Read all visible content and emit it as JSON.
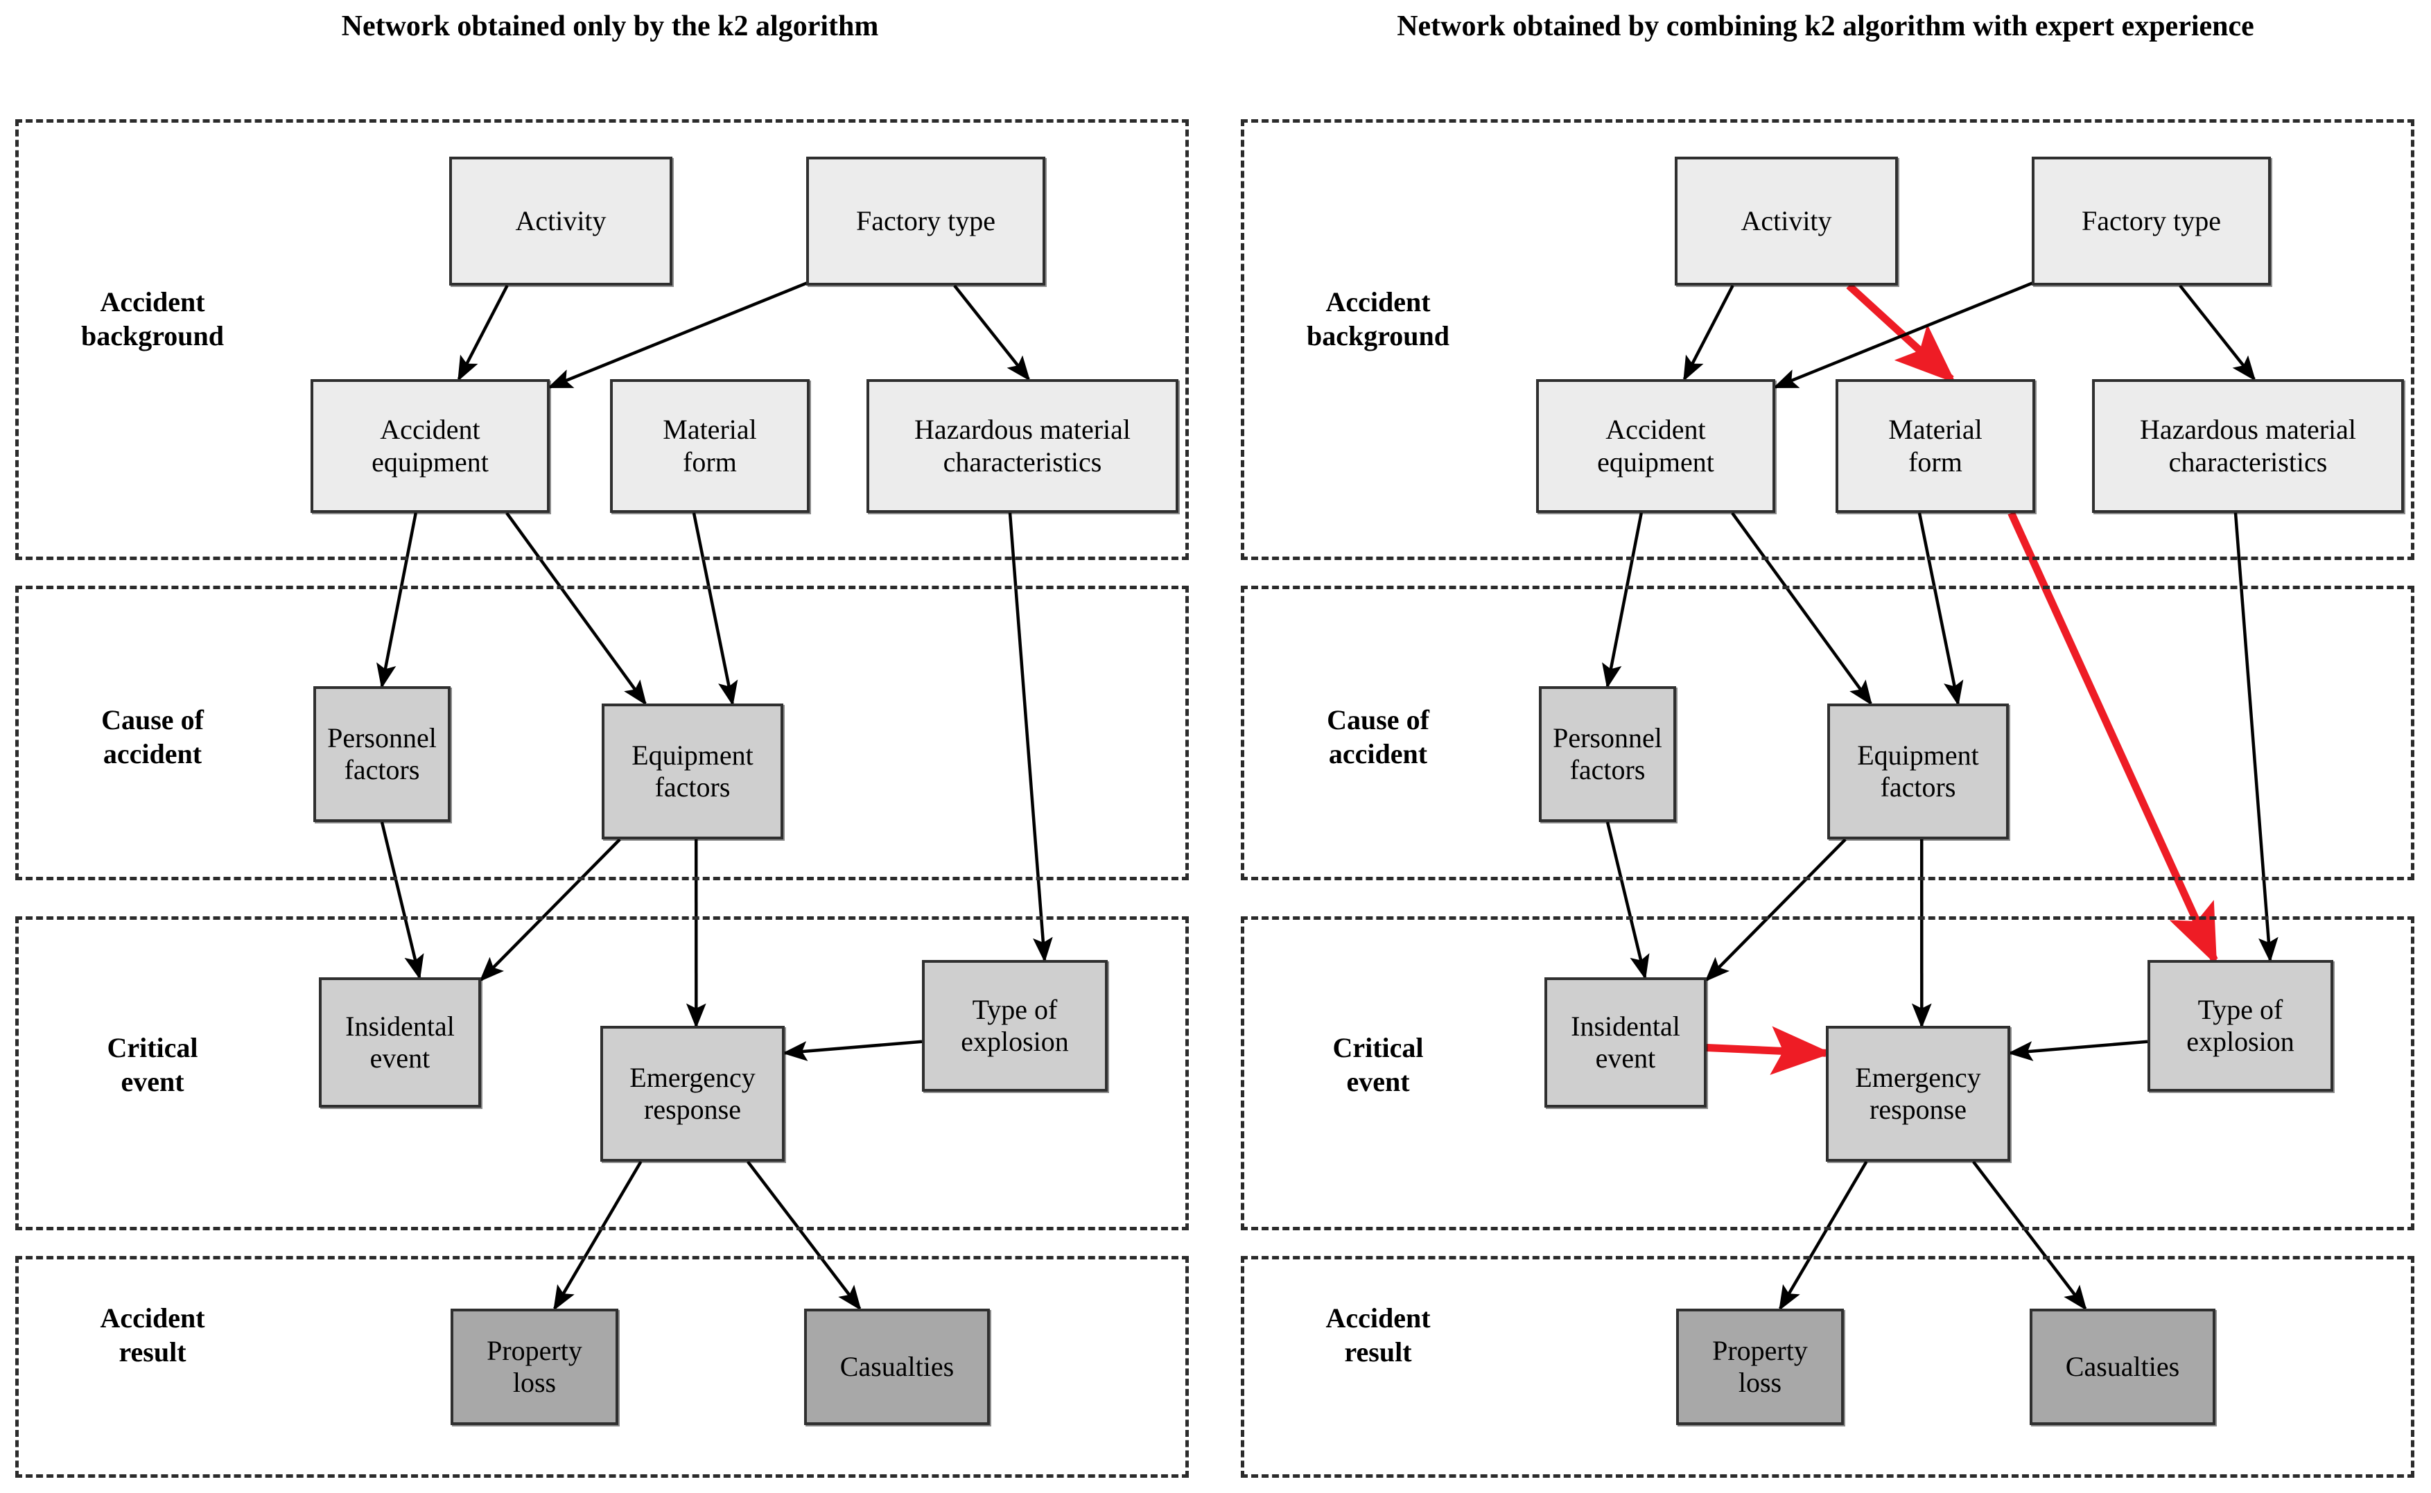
{
  "panels": [
    {
      "id": "left",
      "title": "Network obtained only by the k2 algorithm",
      "layers": [
        {
          "id": "accident-background",
          "label": "Accident\nbackground"
        },
        {
          "id": "cause-of-accident",
          "label": "Cause of\naccident"
        },
        {
          "id": "critical-event",
          "label": "Critical\nevent"
        },
        {
          "id": "accident-result",
          "label": "Accident\nresult"
        }
      ],
      "nodes": [
        {
          "id": "activity",
          "label": "Activity",
          "tier": "background"
        },
        {
          "id": "factory-type",
          "label": "Factory type",
          "tier": "background"
        },
        {
          "id": "accident-equipment",
          "label": "Accident\nequipment",
          "tier": "background"
        },
        {
          "id": "material-form",
          "label": "Material\nform",
          "tier": "background"
        },
        {
          "id": "hazardous-material-characteristics",
          "label": "Hazardous material\ncharacteristics",
          "tier": "background"
        },
        {
          "id": "personnel-factors",
          "label": "Personnel\nfactors",
          "tier": "cause"
        },
        {
          "id": "equipment-factors",
          "label": "Equipment\nfactors",
          "tier": "cause"
        },
        {
          "id": "insidental-event",
          "label": "Insidental\nevent",
          "tier": "critical"
        },
        {
          "id": "emergency-response",
          "label": "Emergency\nresponse",
          "tier": "critical"
        },
        {
          "id": "type-of-explosion",
          "label": "Type of\nexplosion",
          "tier": "critical"
        },
        {
          "id": "property-loss",
          "label": "Property\nloss",
          "tier": "result"
        },
        {
          "id": "casualties",
          "label": "Casualties",
          "tier": "result"
        }
      ],
      "edges": [
        {
          "from": "activity",
          "to": "accident-equipment",
          "color": "#000000"
        },
        {
          "from": "factory-type",
          "to": "accident-equipment",
          "color": "#000000"
        },
        {
          "from": "factory-type",
          "to": "hazardous-material-characteristics",
          "color": "#000000"
        },
        {
          "from": "accident-equipment",
          "to": "personnel-factors",
          "color": "#000000"
        },
        {
          "from": "accident-equipment",
          "to": "equipment-factors",
          "color": "#000000"
        },
        {
          "from": "material-form",
          "to": "equipment-factors",
          "color": "#000000"
        },
        {
          "from": "hazardous-material-characteristics",
          "to": "type-of-explosion",
          "color": "#000000"
        },
        {
          "from": "personnel-factors",
          "to": "insidental-event",
          "color": "#000000"
        },
        {
          "from": "equipment-factors",
          "to": "insidental-event",
          "color": "#000000"
        },
        {
          "from": "equipment-factors",
          "to": "emergency-response",
          "color": "#000000"
        },
        {
          "from": "type-of-explosion",
          "to": "emergency-response",
          "color": "#000000"
        },
        {
          "from": "emergency-response",
          "to": "property-loss",
          "color": "#000000"
        },
        {
          "from": "emergency-response",
          "to": "casualties",
          "color": "#000000"
        }
      ]
    },
    {
      "id": "right",
      "title": "Network obtained by combining k2 algorithm with expert experience",
      "layers": [
        {
          "id": "accident-background",
          "label": "Accident\nbackground"
        },
        {
          "id": "cause-of-accident",
          "label": "Cause of\naccident"
        },
        {
          "id": "critical-event",
          "label": "Critical\nevent"
        },
        {
          "id": "accident-result",
          "label": "Accident\nresult"
        }
      ],
      "nodes": [
        {
          "id": "activity",
          "label": "Activity",
          "tier": "background"
        },
        {
          "id": "factory-type",
          "label": "Factory type",
          "tier": "background"
        },
        {
          "id": "accident-equipment",
          "label": "Accident\nequipment",
          "tier": "background"
        },
        {
          "id": "material-form",
          "label": "Material\nform",
          "tier": "background"
        },
        {
          "id": "hazardous-material-characteristics",
          "label": "Hazardous material\ncharacteristics",
          "tier": "background"
        },
        {
          "id": "personnel-factors",
          "label": "Personnel\nfactors",
          "tier": "cause"
        },
        {
          "id": "equipment-factors",
          "label": "Equipment\nfactors",
          "tier": "cause"
        },
        {
          "id": "insidental-event",
          "label": "Insidental\nevent",
          "tier": "critical"
        },
        {
          "id": "emergency-response",
          "label": "Emergency\nresponse",
          "tier": "critical"
        },
        {
          "id": "type-of-explosion",
          "label": "Type of\nexplosion",
          "tier": "critical"
        },
        {
          "id": "property-loss",
          "label": "Property\nloss",
          "tier": "result"
        },
        {
          "id": "casualties",
          "label": "Casualties",
          "tier": "result"
        }
      ],
      "edges": [
        {
          "from": "activity",
          "to": "accident-equipment",
          "color": "#000000"
        },
        {
          "from": "activity",
          "to": "material-form",
          "color": "#ee1c25"
        },
        {
          "from": "factory-type",
          "to": "accident-equipment",
          "color": "#000000"
        },
        {
          "from": "factory-type",
          "to": "hazardous-material-characteristics",
          "color": "#000000"
        },
        {
          "from": "accident-equipment",
          "to": "personnel-factors",
          "color": "#000000"
        },
        {
          "from": "accident-equipment",
          "to": "equipment-factors",
          "color": "#000000"
        },
        {
          "from": "material-form",
          "to": "equipment-factors",
          "color": "#000000"
        },
        {
          "from": "material-form",
          "to": "type-of-explosion",
          "color": "#ee1c25"
        },
        {
          "from": "hazardous-material-characteristics",
          "to": "type-of-explosion",
          "color": "#000000"
        },
        {
          "from": "personnel-factors",
          "to": "insidental-event",
          "color": "#000000"
        },
        {
          "from": "equipment-factors",
          "to": "insidental-event",
          "color": "#000000"
        },
        {
          "from": "equipment-factors",
          "to": "emergency-response",
          "color": "#000000"
        },
        {
          "from": "insidental-event",
          "to": "emergency-response",
          "color": "#ee1c25"
        },
        {
          "from": "type-of-explosion",
          "to": "emergency-response",
          "color": "#000000"
        },
        {
          "from": "emergency-response",
          "to": "property-loss",
          "color": "#000000"
        },
        {
          "from": "emergency-response",
          "to": "casualties",
          "color": "#000000"
        }
      ]
    }
  ],
  "colors": {
    "tier_background": "#ececec",
    "tier_cause": "#cfcfcf",
    "tier_critical": "#cfcfcf",
    "tier_result": "#a8a8a8",
    "edge_default": "#000000",
    "edge_expert": "#ee1c25",
    "dashed_border": "#2b2b2b"
  }
}
